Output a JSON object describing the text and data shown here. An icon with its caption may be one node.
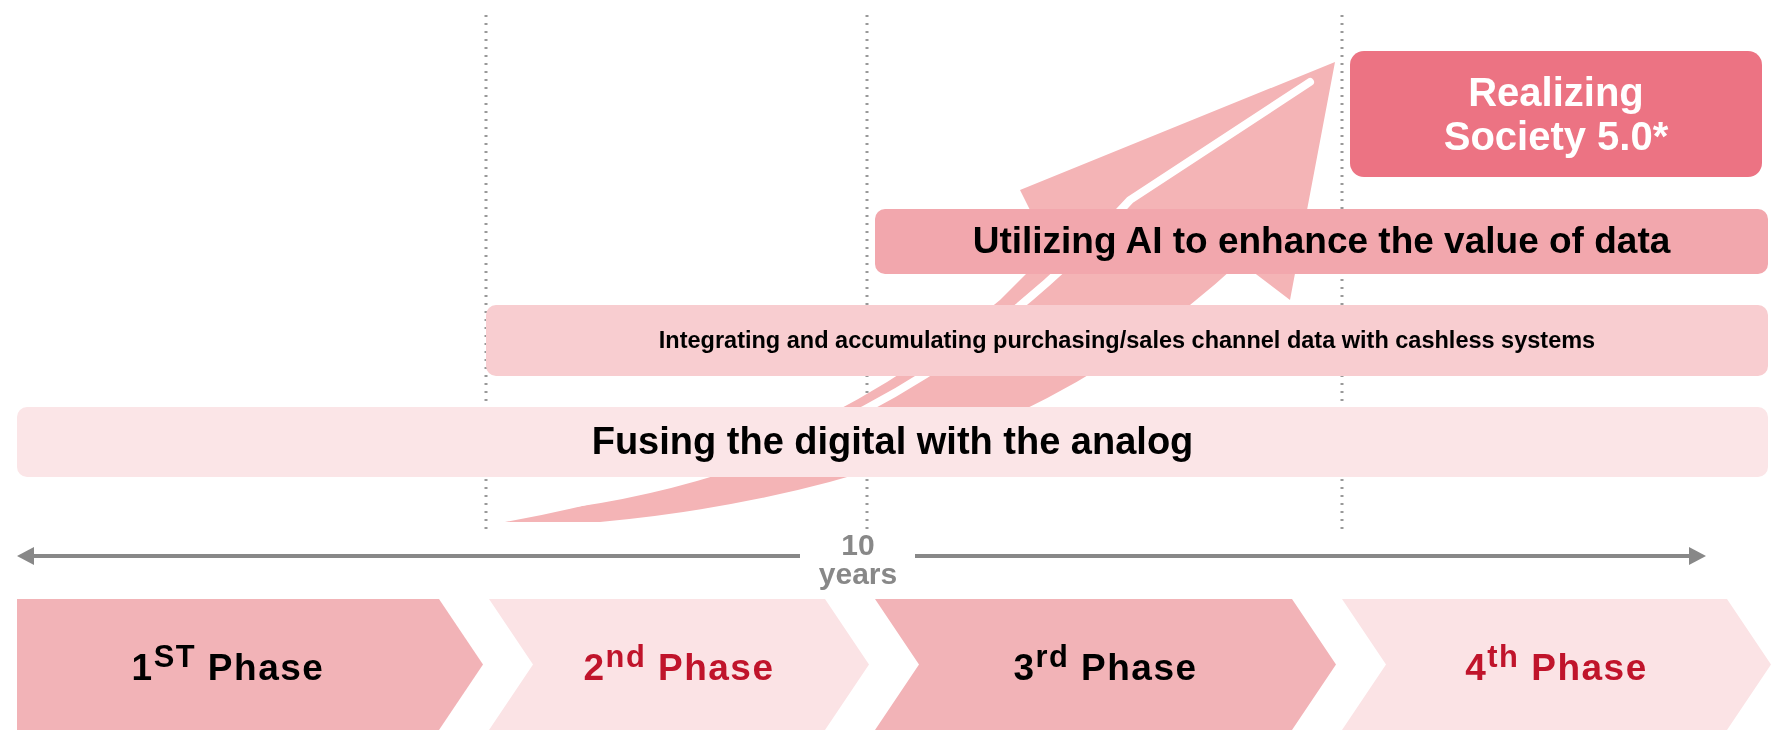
{
  "diagram": {
    "nodes": [
      {
        "text": [
          "Realizing Society 5.0*"
        ]
      },
      {
        "text": [
          "Utilizing AI to enhance the value of data"
        ]
      },
      {
        "text": [
          "Integrating and accumulating purchasing/sales channel data with cashless systems"
        ]
      },
      {
        "text": [
          "Fusing the digital with the analog"
        ]
      },
      {
        "text": [
          "1$^{ST}$ Phase"
        ]
      },
      {
        "text": [
          "2$^{nd}$ Phase"
        ]
      },
      {
        "text": [
          "3$^{rd}$ Phase"
        ]
      },
      {
        "text": [
          "4$^{th}$ Phase"
        ]
      }
    ],
    "labels": [
      "10 years"
    ]
  }
}
